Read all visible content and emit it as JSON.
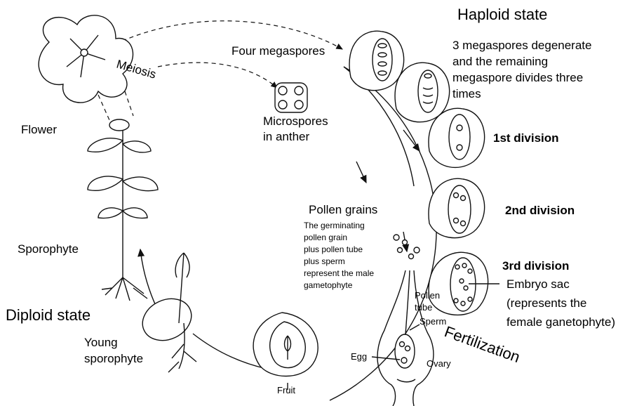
{
  "states": {
    "haploid": "Haploid state",
    "diploid": "Diploid state"
  },
  "labels": {
    "four_megaspores": "Four megaspores",
    "meiosis": "Meiosis",
    "degenerate": [
      "3 megaspores degenerate",
      "and the remaining",
      "megaspore divides three",
      "times"
    ],
    "microspores": [
      "Microspores",
      "in anther"
    ],
    "flower": "Flower",
    "first_division": "1st division",
    "second_division": "2nd division",
    "third_division": "3rd division",
    "pollen_grains": "Pollen grains",
    "male_gametophyte": [
      "The germinating",
      "pollen grain",
      "plus pollen tube",
      "plus sperm",
      "represent the male",
      "gametophyte"
    ],
    "sporophyte": "Sporophyte",
    "embryo_sac": [
      "Embryo sac",
      "(represents the",
      "female ganetophyte)"
    ],
    "pollen_tube": [
      "Pollen",
      "tube"
    ],
    "sperm": "Sperm",
    "young_sporophyte": [
      "Young",
      "sporophyte"
    ],
    "fertilization": "Fertilization",
    "egg": "Egg",
    "ovary": "Ovary",
    "fruit": "Fruit"
  }
}
